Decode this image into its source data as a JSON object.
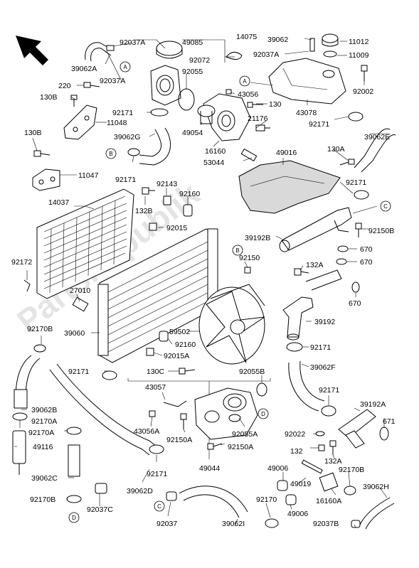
{
  "watermark": "PartsRepublik",
  "callouts": [
    "A",
    "B",
    "C",
    "D"
  ],
  "labels": [
    {
      "id": "14075",
      "text": "14075"
    },
    {
      "id": "49085",
      "text": "49085"
    },
    {
      "id": "92037A_1",
      "text": "92037A"
    },
    {
      "id": "39062A",
      "text": "39062A"
    },
    {
      "id": "92037A_2",
      "text": "92037A"
    },
    {
      "id": "92072",
      "text": "92072"
    },
    {
      "id": "92055",
      "text": "92055"
    },
    {
      "id": "220",
      "text": "220"
    },
    {
      "id": "130B_1",
      "text": "130B"
    },
    {
      "id": "92171_1",
      "text": "92171"
    },
    {
      "id": "11048",
      "text": "11048"
    },
    {
      "id": "39062G",
      "text": "39062G"
    },
    {
      "id": "49054",
      "text": "49054"
    },
    {
      "id": "43056",
      "text": "43056"
    },
    {
      "id": "130",
      "text": "130"
    },
    {
      "id": "21176",
      "text": "21176"
    },
    {
      "id": "16160",
      "text": "16160"
    },
    {
      "id": "53044",
      "text": "53044"
    },
    {
      "id": "130B_2",
      "text": "130B"
    },
    {
      "id": "92171_2",
      "text": "92171"
    },
    {
      "id": "11047",
      "text": "11047"
    },
    {
      "id": "39062",
      "text": "39062"
    },
    {
      "id": "11012",
      "text": "11012"
    },
    {
      "id": "92037A_3",
      "text": "92037A"
    },
    {
      "id": "11009",
      "text": "11009"
    },
    {
      "id": "92002",
      "text": "92002"
    },
    {
      "id": "43078",
      "text": "43078"
    },
    {
      "id": "92171_3",
      "text": "92171"
    },
    {
      "id": "39062E",
      "text": "39062E"
    },
    {
      "id": "49016",
      "text": "49016"
    },
    {
      "id": "130A",
      "text": "130A"
    },
    {
      "id": "92171_4",
      "text": "92171"
    },
    {
      "id": "14037",
      "text": "14037"
    },
    {
      "id": "132B",
      "text": "132B"
    },
    {
      "id": "92143",
      "text": "92143"
    },
    {
      "id": "92160_1",
      "text": "92160"
    },
    {
      "id": "92015",
      "text": "92015"
    },
    {
      "id": "39192B",
      "text": "39192B"
    },
    {
      "id": "92150B",
      "text": "92150B"
    },
    {
      "id": "670_1",
      "text": "670"
    },
    {
      "id": "670_2",
      "text": "670"
    },
    {
      "id": "92172",
      "text": "92172"
    },
    {
      "id": "92150",
      "text": "92150"
    },
    {
      "id": "132A_1",
      "text": "132A"
    },
    {
      "id": "27010",
      "text": "27010"
    },
    {
      "id": "670_3",
      "text": "670"
    },
    {
      "id": "39192",
      "text": "39192"
    },
    {
      "id": "92170B_1",
      "text": "92170B"
    },
    {
      "id": "39060",
      "text": "39060"
    },
    {
      "id": "59502",
      "text": "59502"
    },
    {
      "id": "92160_2",
      "text": "92160"
    },
    {
      "id": "92015A",
      "text": "92015A"
    },
    {
      "id": "92171_5",
      "text": "92171"
    },
    {
      "id": "92171_6",
      "text": "92171"
    },
    {
      "id": "130C",
      "text": "130C"
    },
    {
      "id": "92055B",
      "text": "92055B"
    },
    {
      "id": "39062F",
      "text": "39062F"
    },
    {
      "id": "43057",
      "text": "43057"
    },
    {
      "id": "92171_7",
      "text": "92171"
    },
    {
      "id": "39062B",
      "text": "39062B"
    },
    {
      "id": "92170A_1",
      "text": "92170A"
    },
    {
      "id": "92170A_2",
      "text": "92170A"
    },
    {
      "id": "43056A",
      "text": "43056A"
    },
    {
      "id": "92055A",
      "text": "92055A"
    },
    {
      "id": "39192A",
      "text": "39192A"
    },
    {
      "id": "49116",
      "text": "49116"
    },
    {
      "id": "92150A_1",
      "text": "92150A"
    },
    {
      "id": "92150A_2",
      "text": "92150A"
    },
    {
      "id": "92022",
      "text": "92022"
    },
    {
      "id": "671",
      "text": "671"
    },
    {
      "id": "132",
      "text": "132"
    },
    {
      "id": "132A_2",
      "text": "132A"
    },
    {
      "id": "49044",
      "text": "49044"
    },
    {
      "id": "92171_8",
      "text": "92171"
    },
    {
      "id": "39062C",
      "text": "39062C"
    },
    {
      "id": "39062D",
      "text": "39062D"
    },
    {
      "id": "49006_1",
      "text": "49006"
    },
    {
      "id": "49019",
      "text": "49019"
    },
    {
      "id": "92170B_2",
      "text": "92170B"
    },
    {
      "id": "92170B_3",
      "text": "92170B"
    },
    {
      "id": "92037C",
      "text": "92037C"
    },
    {
      "id": "92170",
      "text": "92170"
    },
    {
      "id": "49006_2",
      "text": "49006"
    },
    {
      "id": "16160A",
      "text": "16160A"
    },
    {
      "id": "39062H",
      "text": "39062H"
    },
    {
      "id": "92037",
      "text": "92037"
    },
    {
      "id": "39062I",
      "text": "39062I"
    },
    {
      "id": "92037B",
      "text": "92037B"
    }
  ]
}
